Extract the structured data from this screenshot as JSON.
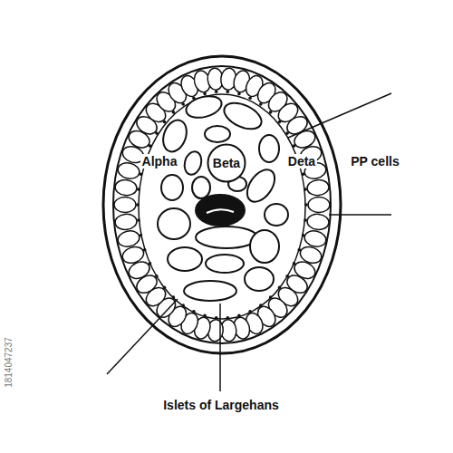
{
  "diagram": {
    "nodes": [
      {
        "text": [
          "Beta"
        ]
      }
    ],
    "labels": [
      "Alpha",
      "Deta",
      "PP cells",
      "Islets of Largehans",
      "1814047237"
    ]
  }
}
